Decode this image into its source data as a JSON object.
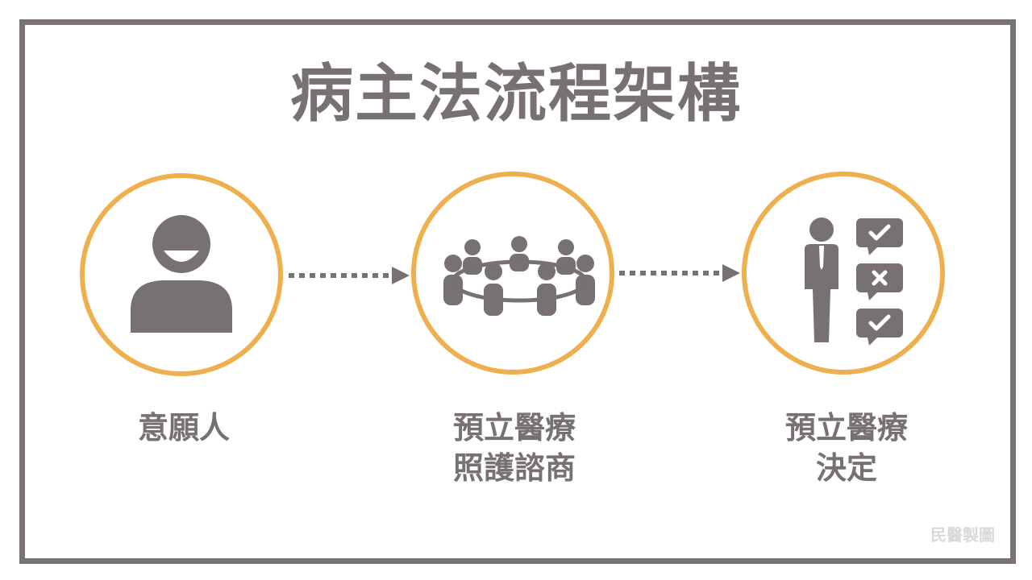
{
  "title": "病主法流程架構",
  "steps": [
    {
      "label_line1": "意願人",
      "label_line2": "",
      "icon": "person-icon"
    },
    {
      "label_line1": "預立醫療",
      "label_line2": "照護諮商",
      "icon": "group-meeting-icon"
    },
    {
      "label_line1": "預立醫療",
      "label_line2": "決定",
      "icon": "decision-checklist-icon"
    }
  ],
  "watermark": "民醫製圖",
  "colors": {
    "frame": "#797373",
    "circle_stroke": "#eeb04f",
    "icon": "#777171",
    "text": "#777171",
    "watermark": "#d9d9d9"
  }
}
